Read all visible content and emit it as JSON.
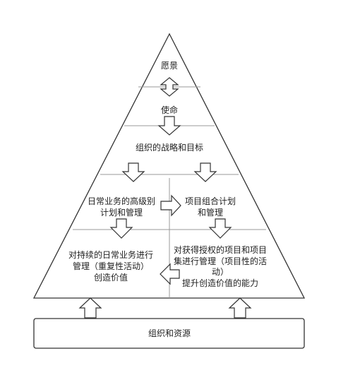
{
  "pyramid": {
    "vision": "愿景",
    "mission": "使命",
    "strategy": "组织的战略和目标",
    "ops_plan": [
      "日常业务的高级别",
      "计划和管理"
    ],
    "portfolio_plan": [
      "项目组合计划",
      "和管理"
    ],
    "ops_mgmt": [
      "对持续的日常业务进行",
      "管理（重复性活动）",
      "创造价值"
    ],
    "project_mgmt": [
      "对获得授权的项目和项目",
      "集进行管理（项目性的活",
      "动）",
      "提升创造价值的能力"
    ]
  },
  "base": {
    "resources": "组织和资源"
  },
  "colors": {
    "stroke": "#333333",
    "divider": "#999999",
    "fill": "#ffffff",
    "text": "#222222"
  }
}
